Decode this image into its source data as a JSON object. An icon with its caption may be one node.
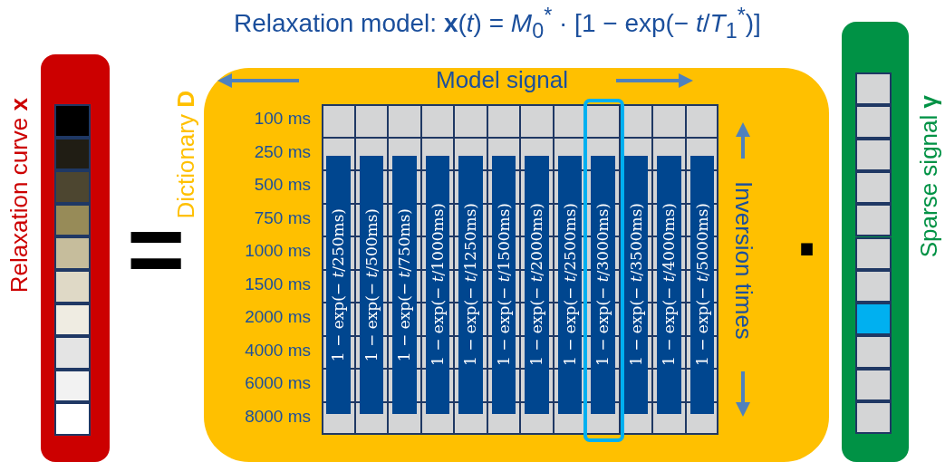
{
  "diagram": {
    "title": "Relaxation model: **x**(*t*) = *M*$_{0}$$^{*}$ · [1 − exp(− *t*/*T*$_{1}$$^{*}$)]",
    "nodes": [
      {
        "text": [
          "Relaxation curve **x**"
        ]
      },
      {
        "text": [
          "Dictionary **D**"
        ]
      },
      {
        "text": [
          "Sparse signal **γ**"
        ]
      },
      {
        "text": [
          "1 − exp(− *t*/250ms)"
        ],
        "in": 1
      },
      {
        "text": [
          "1 − exp(− *t*/500ms)"
        ],
        "in": 1
      },
      {
        "text": [
          "1 − exp(− *t*/750ms)"
        ],
        "in": 1
      },
      {
        "text": [
          "1 − exp(− *t*/1000ms)"
        ],
        "in": 1
      },
      {
        "text": [
          "1 − exp(− *t*/1250ms)"
        ],
        "in": 1
      },
      {
        "text": [
          "1 − exp(− *t*/1500ms)"
        ],
        "in": 1
      },
      {
        "text": [
          "1 − exp(− *t*/2000ms)"
        ],
        "in": 1
      },
      {
        "text": [
          "1 − exp(− *t*/2500ms)"
        ],
        "in": 1
      },
      {
        "text": [
          "1 − exp(− *t*/3000ms)"
        ],
        "in": 1
      },
      {
        "text": [
          "1 − exp(− *t*/3500ms)"
        ],
        "in": 1
      },
      {
        "text": [
          "1 − exp(− *t*/4000ms)"
        ],
        "in": 1
      },
      {
        "text": [
          "1 − exp(− *t*/5000ms)"
        ],
        "in": 1
      }
    ],
    "edges": [],
    "labels": [
      "Model signal",
      "100 ms",
      "250 ms",
      "500 ms",
      "750 ms",
      "1000 ms",
      "1500 ms",
      "2000 ms",
      "4000 ms",
      "6000 ms",
      "8000 ms",
      "Inversion times",
      "=",
      "·"
    ]
  }
}
